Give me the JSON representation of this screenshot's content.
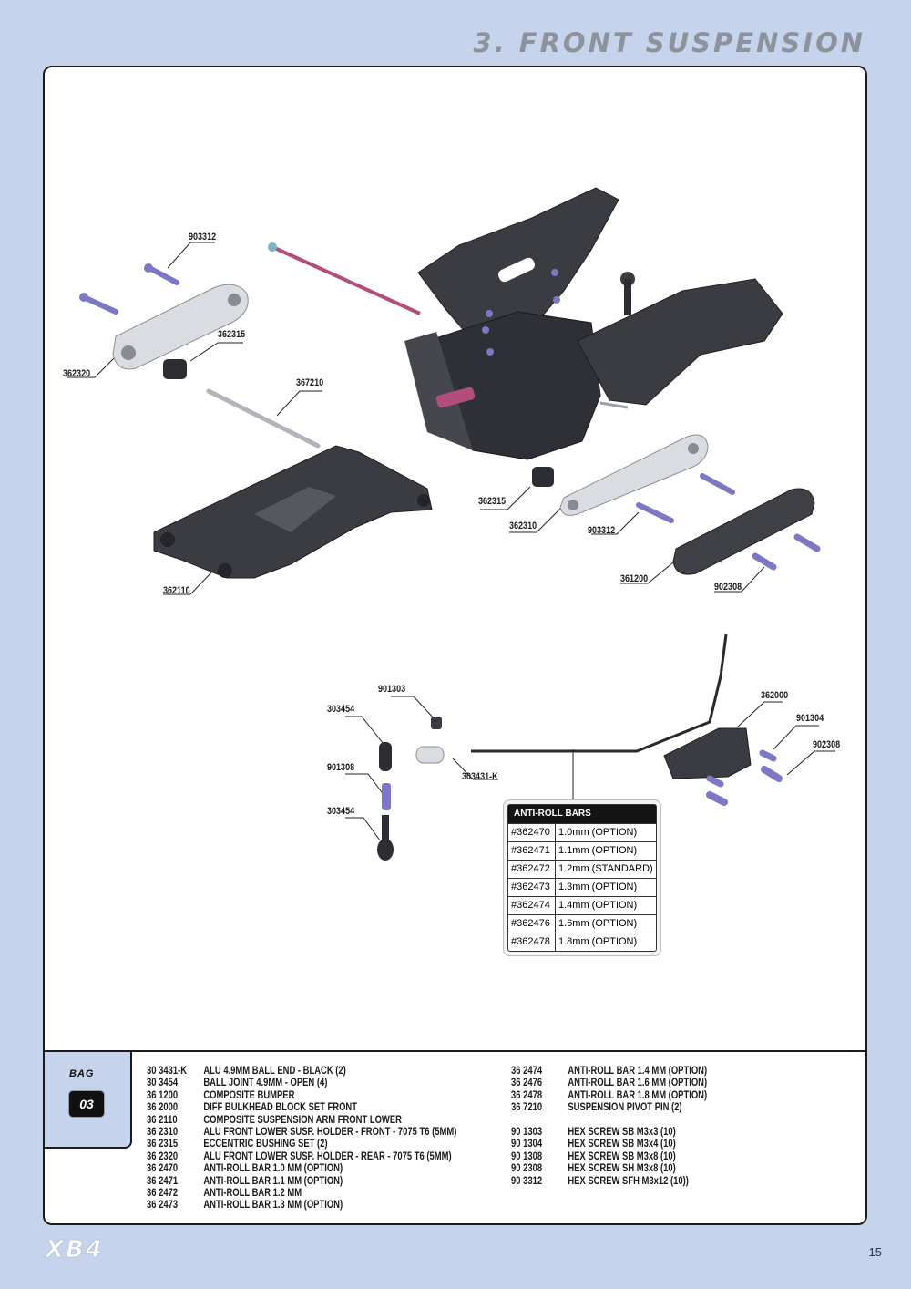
{
  "page": {
    "title": "3. FRONT SUSPENSION",
    "logo": "XB4",
    "page_number": "15"
  },
  "callouts": {
    "c903312a": "903312",
    "c362320": "362320",
    "c362315a": "362315",
    "c367210": "367210",
    "c362315b": "362315",
    "c362310": "362310",
    "c903312b": "903312",
    "c362110": "362110",
    "c361200": "361200",
    "c902308a": "902308",
    "c901303": "901303",
    "c303454a": "303454",
    "c901308": "901308",
    "c303454b": "303454",
    "c303431k": "303431-K",
    "c362000": "362000",
    "c901304": "901304",
    "c902308b": "902308"
  },
  "anti_roll_bars": {
    "header": "ANTI-ROLL BARS",
    "rows": [
      {
        "part": "#362470",
        "desc": "1.0mm (OPTION)"
      },
      {
        "part": "#362471",
        "desc": "1.1mm (OPTION)"
      },
      {
        "part": "#362472",
        "desc": "1.2mm (STANDARD)"
      },
      {
        "part": "#362473",
        "desc": "1.3mm (OPTION)"
      },
      {
        "part": "#362474",
        "desc": "1.4mm (OPTION)"
      },
      {
        "part": "#362476",
        "desc": "1.6mm (OPTION)"
      },
      {
        "part": "#362478",
        "desc": "1.8mm (OPTION)"
      }
    ]
  },
  "bag": {
    "label": "BAG",
    "number": "03"
  },
  "parts_left": [
    {
      "code": "30 3431-K",
      "desc": "ALU 4.9MM BALL END - BLACK (2)"
    },
    {
      "code": "30 3454",
      "desc": "BALL JOINT 4.9MM - OPEN (4)"
    },
    {
      "code": "36 1200",
      "desc": "COMPOSITE BUMPER"
    },
    {
      "code": "36 2000",
      "desc": "DIFF BULKHEAD BLOCK SET FRONT"
    },
    {
      "code": "36 2110",
      "desc": "COMPOSITE SUSPENSION ARM FRONT LOWER"
    },
    {
      "code": "36 2310",
      "desc": "ALU FRONT LOWER SUSP. HOLDER - FRONT - 7075 T6 (5MM)"
    },
    {
      "code": "36 2315",
      "desc": "ECCENTRIC BUSHING SET (2)"
    },
    {
      "code": "36 2320",
      "desc": "ALU FRONT LOWER SUSP. HOLDER - REAR - 7075 T6 (5MM)"
    },
    {
      "code": "36 2470",
      "desc": "ANTI-ROLL BAR 1.0 MM (OPTION)"
    },
    {
      "code": "36 2471",
      "desc": "ANTI-ROLL BAR 1.1 MM (OPTION)"
    },
    {
      "code": "36 2472",
      "desc": "ANTI-ROLL BAR 1.2 MM"
    },
    {
      "code": "36 2473",
      "desc": "ANTI-ROLL BAR 1.3 MM (OPTION)"
    }
  ],
  "parts_right_a": [
    {
      "code": "36 2474",
      "desc": "ANTI-ROLL BAR 1.4 MM (OPTION)"
    },
    {
      "code": "36 2476",
      "desc": "ANTI-ROLL BAR 1.6 MM (OPTION)"
    },
    {
      "code": "36 2478",
      "desc": "ANTI-ROLL BAR 1.8 MM (OPTION)"
    },
    {
      "code": "36 7210",
      "desc": "SUSPENSION PIVOT PIN (2)"
    }
  ],
  "parts_right_b": [
    {
      "code": "90 1303",
      "desc": "HEX SCREW  SB M3x3  (10)"
    },
    {
      "code": "90 1304",
      "desc": "HEX SCREW  SB M3x4  (10)"
    },
    {
      "code": "90 1308",
      "desc": "HEX SCREW  SB M3x8  (10)"
    },
    {
      "code": "90 2308",
      "desc": "HEX SCREW  SH M3x8  (10)"
    },
    {
      "code": "90 3312",
      "desc": "HEX SCREW  SFH M3x12  (10))"
    }
  ],
  "colors": {
    "background": "#c5d3ec",
    "part_dark": "#3a3c42",
    "part_alu": "#d9dde2",
    "screw": "#7d78c4",
    "driveshaft": "#b34e7c"
  }
}
